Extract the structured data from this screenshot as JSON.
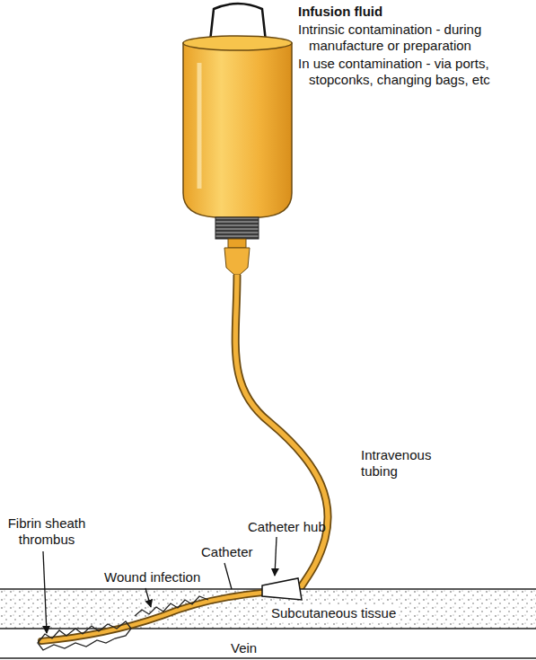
{
  "diagram": {
    "labels": [
      "Infusion fluid",
      "Intrinsic contamination - during manufacture or preparation",
      "In use contamination - via ports, stopconks, changing bags, etc",
      "Intravenous tubing",
      "Catheter hub",
      "Catheter",
      "Fibrin sheath thrombus",
      "Wound infection",
      "Subcutaneous tissue",
      "Vein"
    ]
  }
}
